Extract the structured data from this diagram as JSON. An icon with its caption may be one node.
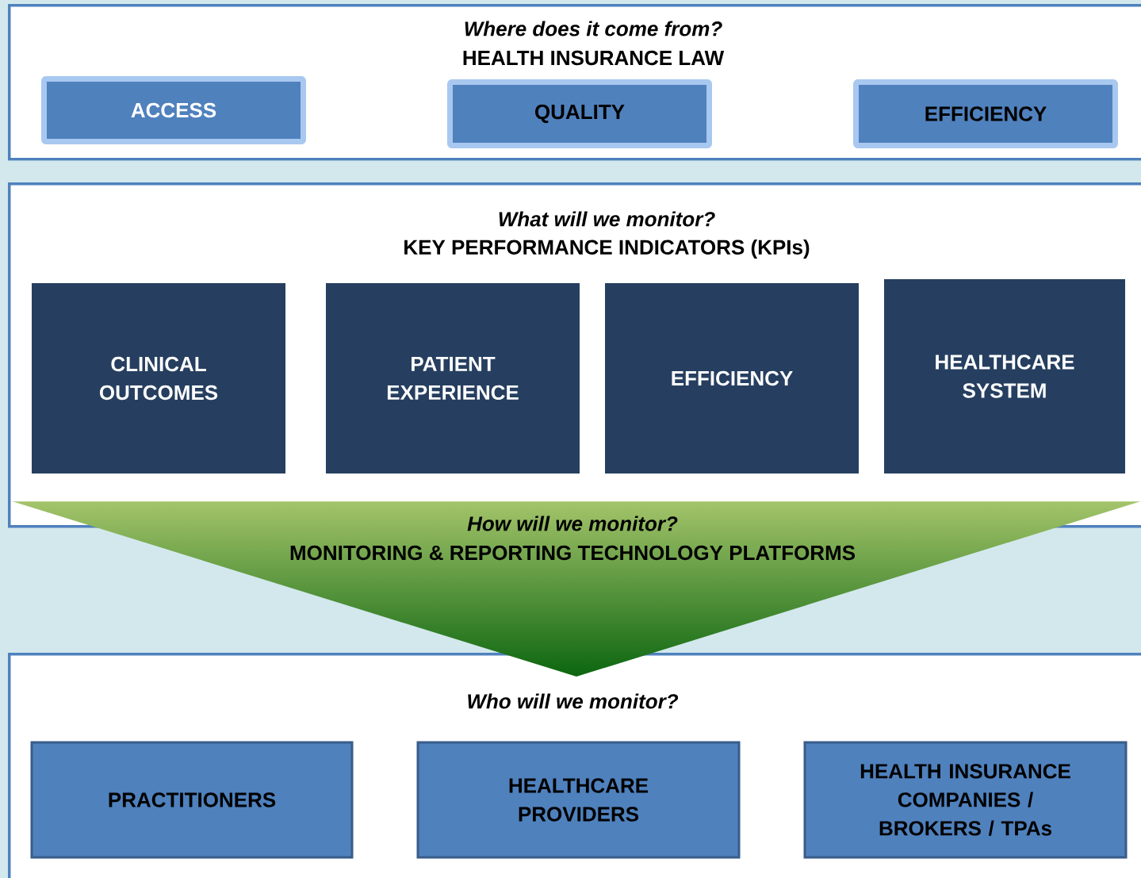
{
  "diagram": {
    "nodes": [
      {
        "text": [
          "Where does it come from?",
          "HEALTH INSURANCE LAW"
        ]
      },
      {
        "text": [
          "ACCESS"
        ],
        "in": 0
      },
      {
        "text": [
          "QUALITY"
        ],
        "in": 0
      },
      {
        "text": [
          "EFFICIENCY"
        ],
        "in": 0
      },
      {
        "text": [
          "What will we monitor?",
          "KEY PERFORMANCE INDICATORS (KPIs)"
        ]
      },
      {
        "text": [
          "CLINICAL OUTCOMES"
        ],
        "in": 4
      },
      {
        "text": [
          "PATIENT EXPERIENCE"
        ],
        "in": 4
      },
      {
        "text": [
          "EFFICIENCY"
        ],
        "in": 4
      },
      {
        "text": [
          "HEALTHCARE SYSTEM"
        ],
        "in": 4
      },
      {
        "text": [
          "How will we monitor?",
          "MONITORING & REPORTING TECHNOLOGY PLATFORMS"
        ]
      },
      {
        "text": [
          "Who will we monitor?"
        ]
      },
      {
        "text": [
          "PRACTITIONERS"
        ],
        "in": 10
      },
      {
        "text": [
          "HEALTHCARE PROVIDERS"
        ],
        "in": 10
      },
      {
        "text": [
          "HEALTH INSURANCE COMPANIES / BROKERS / TPAs"
        ],
        "in": 10
      }
    ]
  }
}
